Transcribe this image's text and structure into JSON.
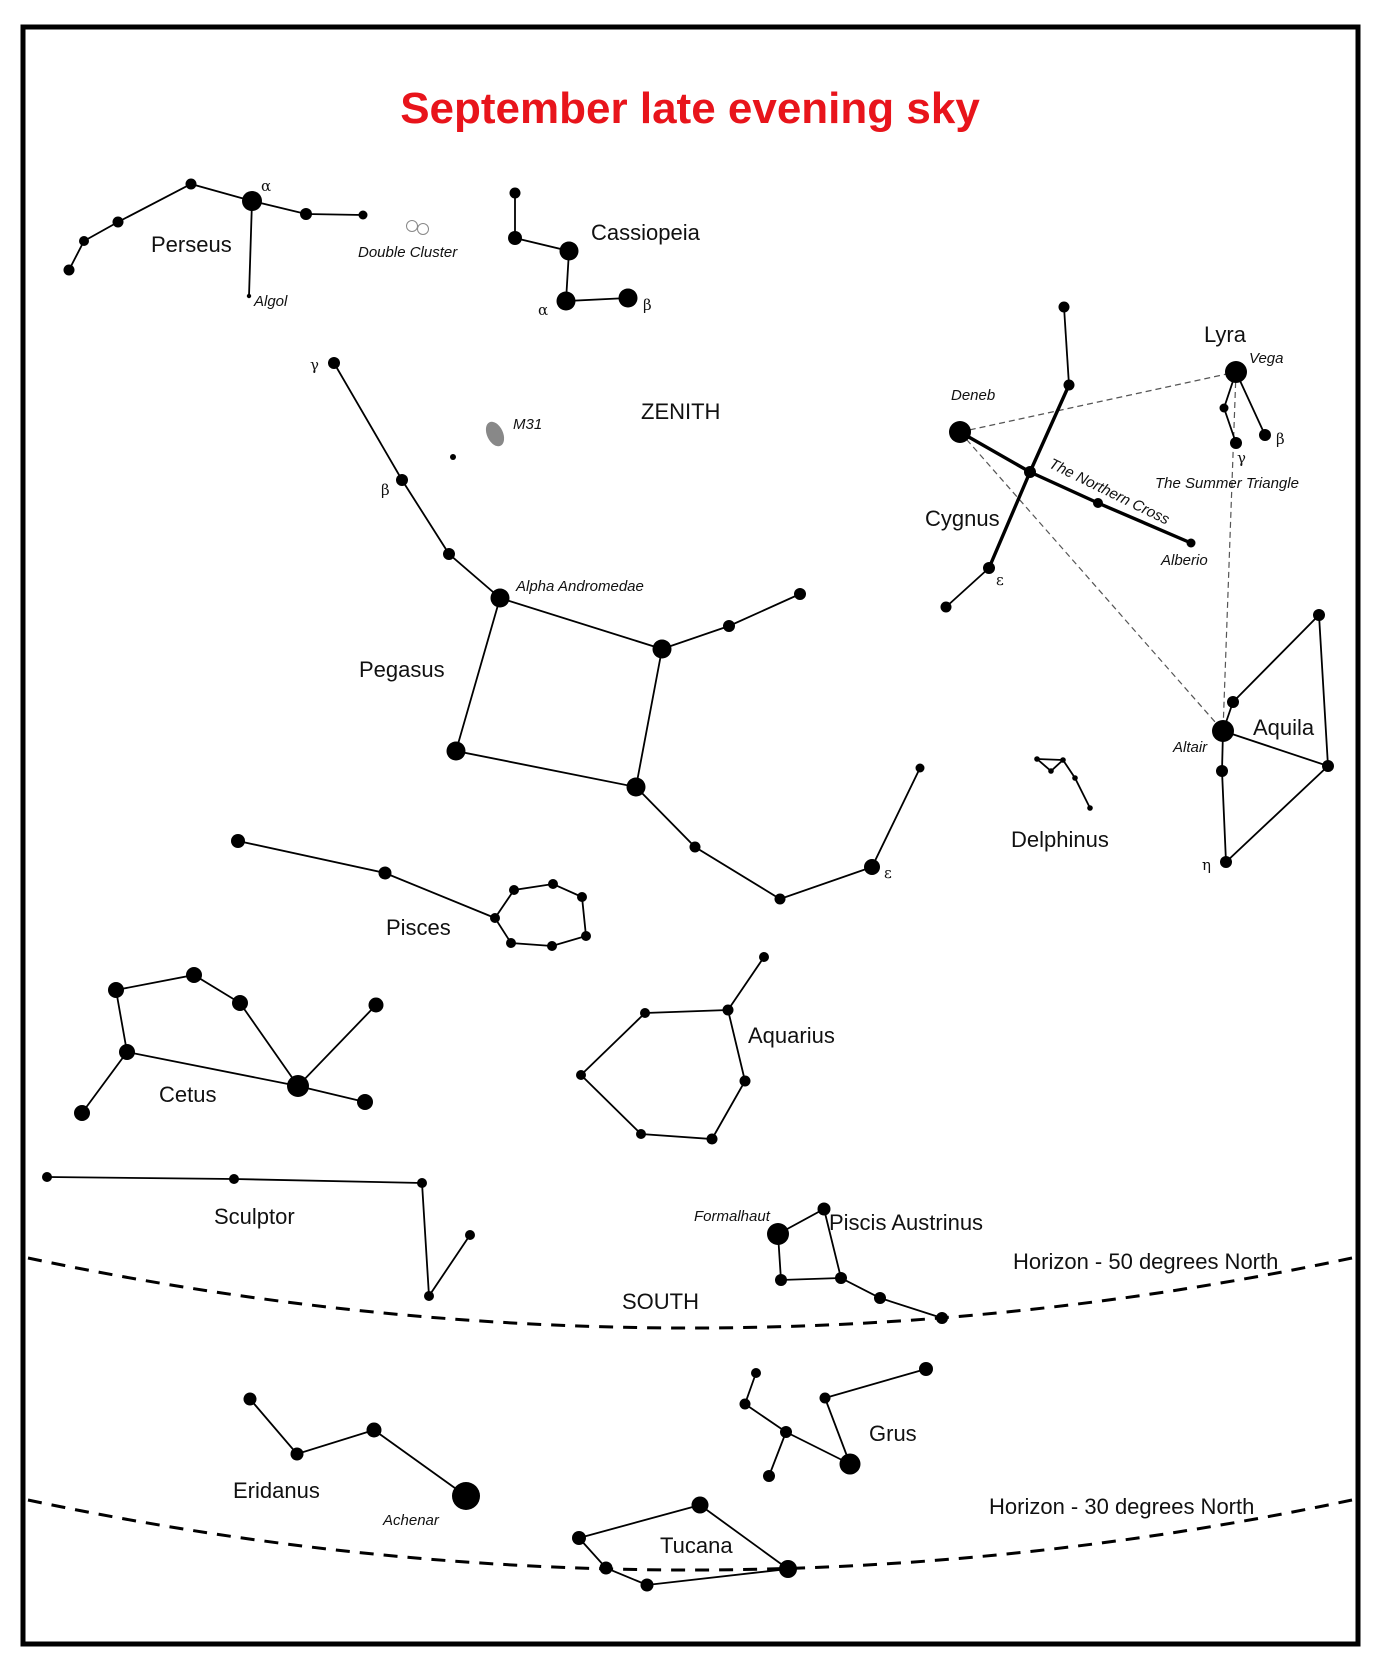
{
  "title": "September late evening sky",
  "zenith_label": "ZENITH",
  "south_label": "SOUTH",
  "horizon_50_label": "Horizon - 50 degrees North",
  "horizon_30_label": "Horizon - 30 degrees North",
  "constellations": {
    "perseus": "Perseus",
    "cassiopeia": "Cassiopeia",
    "lyra": "Lyra",
    "cygnus": "Cygnus",
    "pegasus": "Pegasus",
    "aquila": "Aquila",
    "delphinus": "Delphinus",
    "pisces": "Pisces",
    "aquarius": "Aquarius",
    "cetus": "Cetus",
    "sculptor": "Sculptor",
    "piscis_austrinus": "Piscis Austrinus",
    "grus": "Grus",
    "eridanus": "Eridanus",
    "tucana": "Tucana"
  },
  "objects": {
    "algol": "Algol",
    "double_cluster": "Double Cluster",
    "m31": "M31",
    "deneb": "Deneb",
    "vega": "Vega",
    "northern_cross": "The Northern Cross",
    "summer_triangle": "The Summer Triangle",
    "alberio": "Alberio",
    "alpha_andromedae": "Alpha Andromedae",
    "altair": "Altair",
    "formalhaut": "Formalhaut",
    "achenar": "Achenar"
  },
  "greek": {
    "perseus_alpha": "α",
    "cassiopeia_alpha": "α",
    "cassiopeia_beta": "β",
    "andromeda_gamma": "γ",
    "andromeda_beta": "β",
    "lyra_beta": "β",
    "lyra_gamma": "γ",
    "cygnus_epsilon": "ε",
    "pegasus_epsilon": "ε",
    "aquila_eta": "η"
  },
  "colors": {
    "title": "#e8141b",
    "ink": "#000000",
    "background": "#ffffff"
  }
}
